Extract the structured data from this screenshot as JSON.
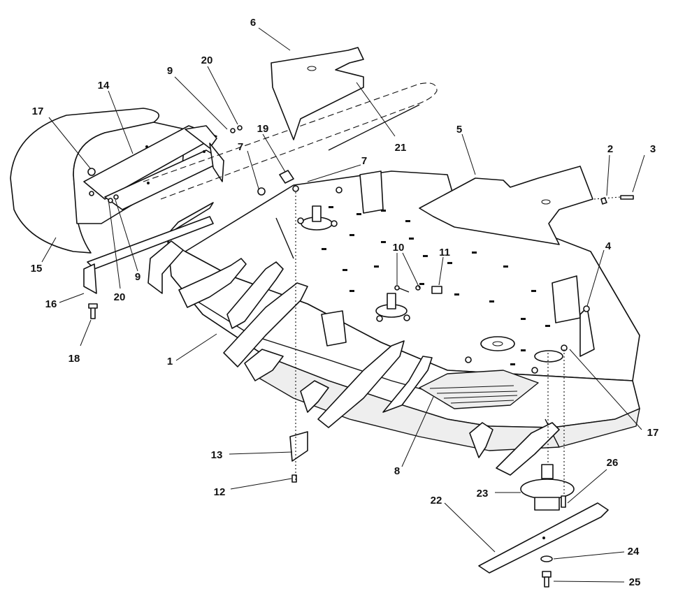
{
  "callouts": [
    {
      "label": "6"
    },
    {
      "label": "20"
    },
    {
      "label": "9"
    },
    {
      "label": "14"
    },
    {
      "label": "17"
    },
    {
      "label": "19"
    },
    {
      "label": "7"
    },
    {
      "label": "21"
    },
    {
      "label": "7"
    },
    {
      "label": "5"
    },
    {
      "label": "2"
    },
    {
      "label": "3"
    },
    {
      "label": "15"
    },
    {
      "label": "10"
    },
    {
      "label": "11"
    },
    {
      "label": "4"
    },
    {
      "label": "9"
    },
    {
      "label": "20"
    },
    {
      "label": "16"
    },
    {
      "label": "18"
    },
    {
      "label": "1"
    },
    {
      "label": "17"
    },
    {
      "label": "13"
    },
    {
      "label": "12"
    },
    {
      "label": "8"
    },
    {
      "label": "26"
    },
    {
      "label": "23"
    },
    {
      "label": "22"
    },
    {
      "label": "24"
    },
    {
      "label": "25"
    }
  ]
}
